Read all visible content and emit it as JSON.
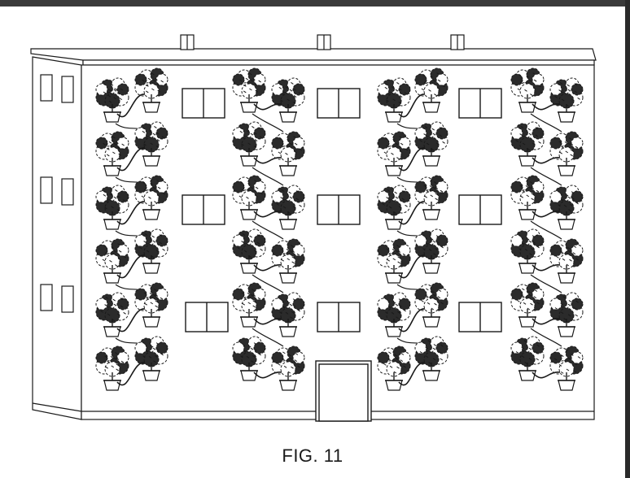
{
  "figure": {
    "caption": "FIG. 11"
  },
  "building": {
    "side_window_rows": 3,
    "front_window_rows": 3,
    "front_window_columns": 3,
    "door_count": 1,
    "roof_vents": 3
  },
  "plants": {
    "columns": 4,
    "levels_per_column": 6,
    "plants_per_pair": 2,
    "style": "potted trees linked by tubing"
  },
  "colors": {
    "line": "#1a1a1a",
    "foliage": "#2b2b2b",
    "background": "#ffffff"
  }
}
